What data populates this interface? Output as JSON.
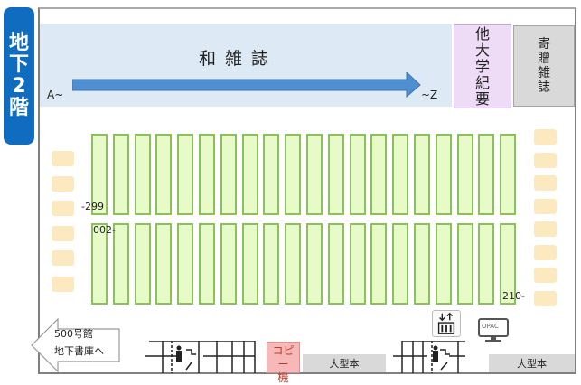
{
  "floor": {
    "label_lines": [
      "地",
      "下",
      "2",
      "階"
    ]
  },
  "japanese_magazines": {
    "title": "和雑誌",
    "start": "A~",
    "end": "~Z"
  },
  "other_university_bulletins": {
    "lines": [
      "他",
      "大",
      "学",
      "紀",
      "要"
    ]
  },
  "donated_magazines": {
    "lines": [
      "寄",
      "贈",
      "雑",
      "誌"
    ]
  },
  "shelf_labels": {
    "top_row_end": "-299",
    "bottom_row_start": "002-",
    "bottom_row_end": "210-"
  },
  "exit": {
    "line1": "500号館",
    "line2": "地下書庫へ"
  },
  "copy_machine": {
    "line1": "コピー",
    "line2": "機"
  },
  "large_books_1": "大型本",
  "large_books_2": "大型本",
  "opac": "OPAC",
  "colors": {
    "floor_badge": "#0f6cbf",
    "band": "#dde9f4",
    "arrow": "#4f8fcf",
    "shelf_fill": "#e6fbc8",
    "shelf_border": "#8cc05a",
    "seat": "#fde9c0",
    "copy": "#f6b8b8",
    "bulletins": "#eedcf7",
    "gray": "#d9d9d9"
  }
}
